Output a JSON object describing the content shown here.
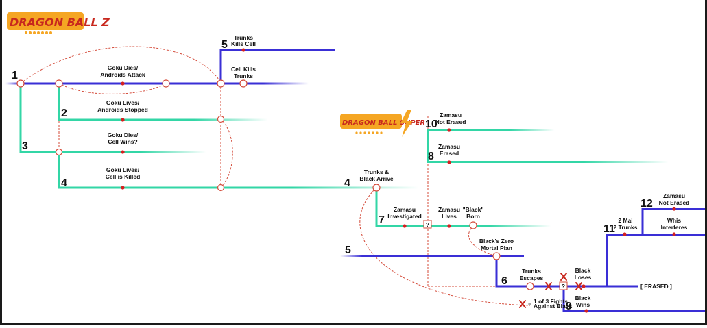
{
  "colors": {
    "blue": "#3a2fd6",
    "teal": "#33d6a6",
    "red": "#d42020",
    "dashed": "#d44b3a",
    "logo_orange": "#f5a623",
    "logo_red": "#c8281e"
  },
  "logos": {
    "z": "DRAGON BALL Z",
    "super": "DRAGON BALL SUPER"
  },
  "numbers": {
    "n1": "1",
    "n2": "2",
    "n3": "3",
    "n4a": "4",
    "n5a": "5",
    "n4b": "4",
    "n5b": "5",
    "n6": "6",
    "n7": "7",
    "n8": "8",
    "n9": "9",
    "n10": "10",
    "n11": "11",
    "n12": "12"
  },
  "labels": {
    "goku_dies_1": "Goku Dies/",
    "goku_dies_2": "Androids Attack",
    "goku_lives_1": "Goku Lives/",
    "goku_lives_2": "Androids Stopped",
    "cell_wins_1": "Goku Dies/",
    "cell_wins_2": "Cell Wins?",
    "cell_killed_1": "Goku Lives/",
    "cell_killed_2": "Cell is Killed",
    "trunks_kills_1": "Trunks",
    "trunks_kills_2": "Kills Cell",
    "cell_kills_1": "Cell Kills",
    "cell_kills_2": "Trunks",
    "zamasu_not_erased_1": "Zamasu",
    "zamasu_not_erased_2": "Not Erased",
    "zamasu_erased_1": "Zamasu",
    "zamasu_erased_2": "Erased",
    "trunks_black_1": "Trunks &",
    "trunks_black_2": "Black Arrive",
    "investigated_1": "Zamasu",
    "investigated_2": "Investigated",
    "zamasu_lives_1": "Zamasu",
    "zamasu_lives_2": "Lives",
    "black_born_1": "\"Black\"",
    "black_born_2": "Born",
    "zero_mortal_1": "Black's Zero",
    "zero_mortal_2": "Mortal Plan",
    "trunks_escapes_1": "Trunks",
    "trunks_escapes_2": "Escapes",
    "black_loses_1": "Black",
    "black_loses_2": "Loses",
    "black_wins_1": "Black",
    "black_wins_2": "Wins",
    "erased": "[ ERASED ]",
    "two_mai_1": "2 Mai",
    "two_mai_2": "2 Trunks",
    "z12_1": "Zamasu",
    "z12_2": "Not Erased",
    "whis_1": "Whis",
    "whis_2": "Interferes",
    "legend_eq": "=",
    "legend_1": "1 of 3 Fights",
    "legend_2": "Against Black",
    "question": "?"
  }
}
